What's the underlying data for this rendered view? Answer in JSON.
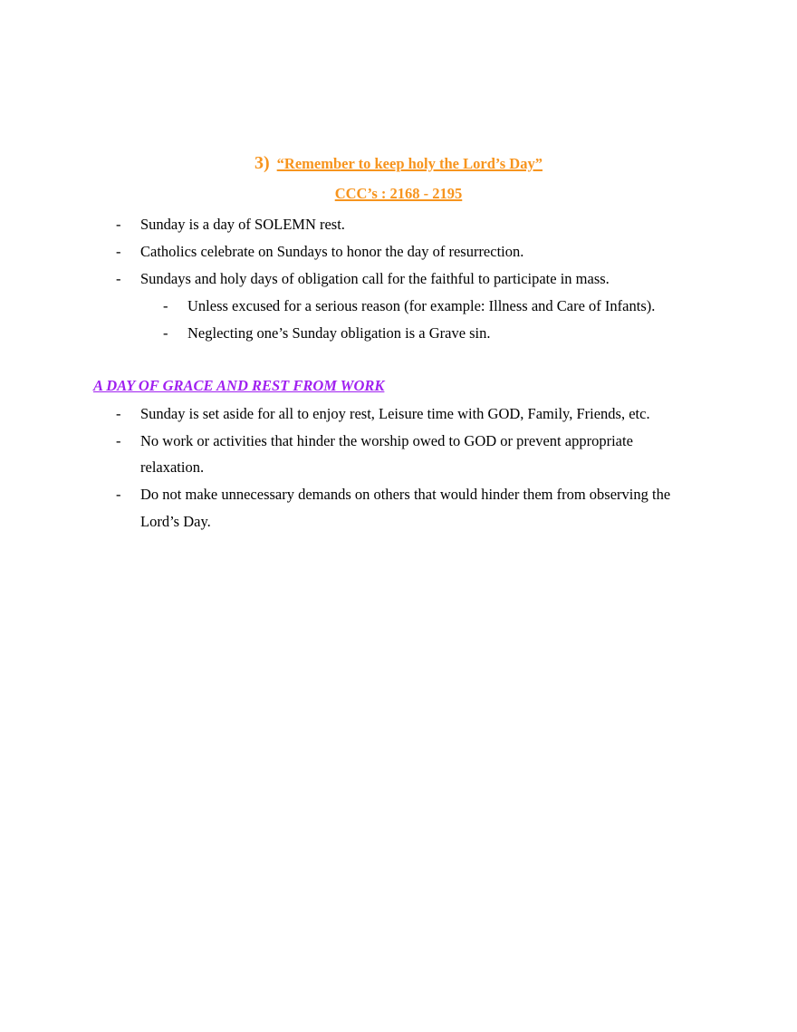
{
  "heading": {
    "number": "3)",
    "title": "“Remember to keep holy the Lord’s Day”",
    "reference": "CCC’s : 2168 - 2195",
    "color": "#f7941d"
  },
  "list1": [
    {
      "text": "Sunday is a day of SOLEMN rest."
    },
    {
      "text": "Catholics celebrate on Sundays to honor the day of resurrection."
    },
    {
      "text": "Sundays and holy days of obligation call for the faithful to participate in mass."
    }
  ],
  "sublist": [
    {
      "text": "Unless excused for a serious reason (for example: Illness and Care of Infants)."
    },
    {
      "text": "Neglecting one’s Sunday obligation is a Grave sin."
    }
  ],
  "section2": {
    "title": "A DAY OF GRACE AND REST FROM WORK",
    "color": "#a020f0",
    "lines": [
      "Sunday is set aside for all to enjoy rest, Leisure time with GOD, Family, Friends, etc.",
      "No work or activities that hinder the worship owed to GOD or prevent appropriate",
      "relaxation.",
      "Do not make unnecessary demands on others that would hinder them from observing the",
      "Lord’s Day."
    ]
  },
  "bullet": "-"
}
